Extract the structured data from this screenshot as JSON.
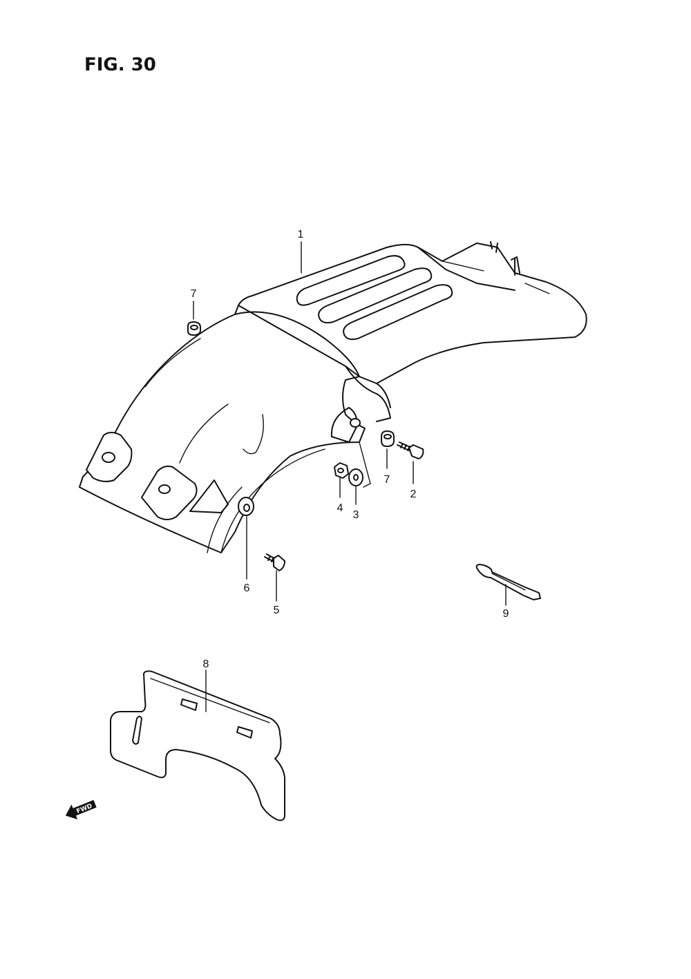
{
  "figure": {
    "title": "FIG. 30"
  },
  "callouts": {
    "c1": "1",
    "c2": "2",
    "c3": "3",
    "c4": "4",
    "c5": "5",
    "c6": "6",
    "c7a": "7",
    "c7b": "7",
    "c8": "8",
    "c9": "9"
  },
  "fwd_arrow": {
    "label": "FWD"
  }
}
